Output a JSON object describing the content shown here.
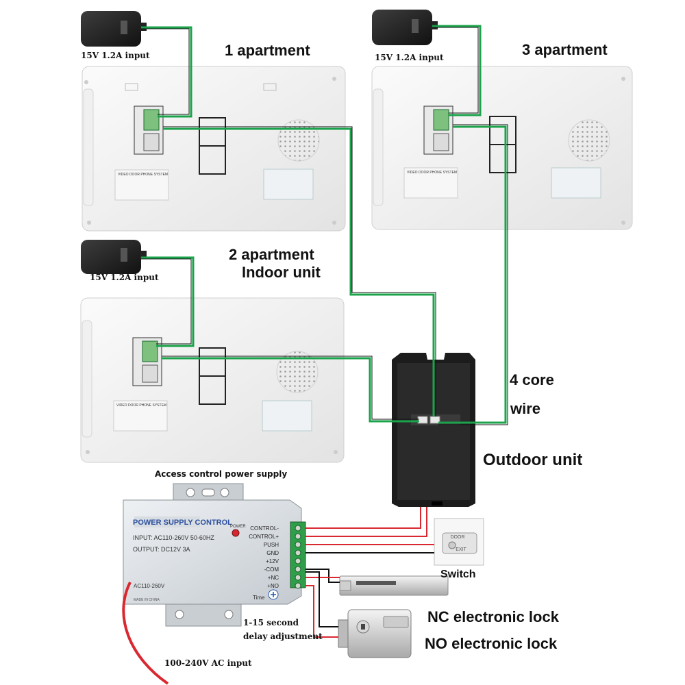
{
  "power_inputs": {
    "adapter_1": "15V 1.2A input",
    "adapter_2": "15V 1.2A input",
    "adapter_3": "15V 1.2A input"
  },
  "indoor_units": {
    "unit_1": "1 apartment",
    "unit_2_line1": "2 apartment",
    "unit_2_line2": "Indoor unit",
    "unit_3": "3 apartment",
    "label_title": "VIDEO DOOR PHONE SYSTEM"
  },
  "wire": {
    "line1": "4 core",
    "line2": "wire"
  },
  "outdoor_unit": "Outdoor unit",
  "power_supply": {
    "caption": "Access control power supply",
    "title": "POWER SUPPLY CONTROL",
    "input_spec": "INPUT: AC110-260V 50-60HZ",
    "output_spec": "OUTPUT: DC12V  3A",
    "power_led": "POWER",
    "ac_label": "AC110-260V",
    "made_in": "MADE IN CHINA",
    "time_label": "Time",
    "terminals": [
      "CONTROL-",
      "CONTROL+",
      "PUSH",
      "GND",
      "+12V",
      "-COM",
      "+NC",
      "+NO"
    ]
  },
  "delay": {
    "line1": "1-15 second",
    "line2": "delay adjustment"
  },
  "ac_input": "100-240V AC input",
  "switch": {
    "label": "Switch",
    "door_text": "DOOR",
    "exit_text": "EXIT"
  },
  "locks": {
    "nc": "NC electronic lock",
    "no": "NO electronic lock"
  },
  "colors": {
    "wire_green": "#1aa34a",
    "wire_red": "#d9282f",
    "wire_black": "#111111"
  }
}
